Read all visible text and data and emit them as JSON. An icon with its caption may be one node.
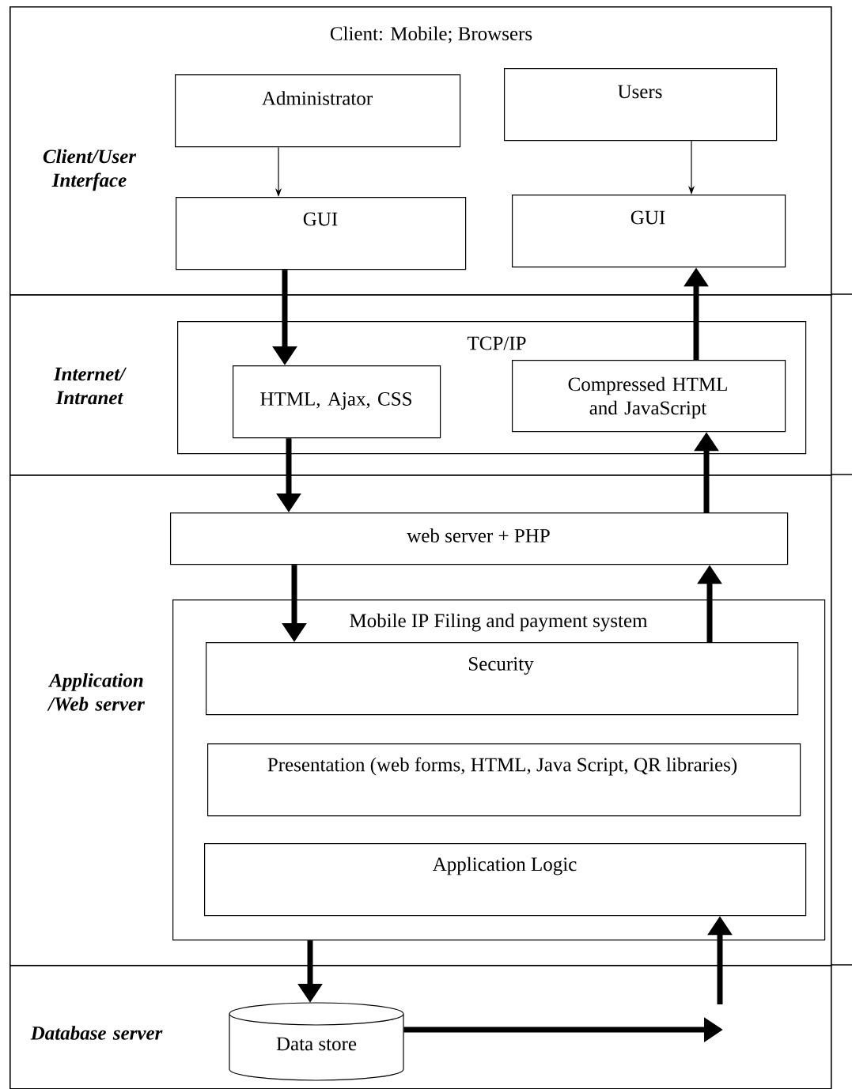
{
  "diagram": {
    "nodes": [
      {
        "text": [
          "Client: Mobile; Browsers",
          "Client/User Interface"
        ]
      },
      {
        "text": [
          "Administrator"
        ],
        "in": 0
      },
      {
        "text": [
          "Users"
        ],
        "in": 0
      },
      {
        "text": [
          "GUI"
        ],
        "in": 0
      },
      {
        "text": [
          "GUI"
        ],
        "in": 0
      },
      {
        "text": [
          "Internet/ Intranet"
        ]
      },
      {
        "text": [
          "TCP/IP"
        ],
        "in": 5
      },
      {
        "text": [
          "HTML, Ajax, CSS"
        ],
        "in": 6
      },
      {
        "text": [
          "Compressed HTML and JavaScript"
        ],
        "in": 6
      },
      {
        "text": [
          "Application /Web server"
        ]
      },
      {
        "text": [
          "web server + PHP"
        ],
        "in": 9
      },
      {
        "text": [
          "Mobile IP Filing and payment system"
        ],
        "in": 9
      },
      {
        "text": [
          "Security"
        ],
        "in": 11
      },
      {
        "text": [
          "Presentation (web forms, HTML, Java Script, QR libraries)"
        ],
        "in": 11
      },
      {
        "text": [
          "Application Logic"
        ],
        "in": 11
      },
      {
        "text": [
          "Database server"
        ]
      },
      {
        "text": [
          "Data store"
        ],
        "in": 15
      }
    ],
    "edges": [
      {
        "from": 1,
        "to": 3,
        "arrow": "to"
      },
      {
        "from": 2,
        "to": 4,
        "arrow": "to"
      },
      {
        "from": 3,
        "to": 7,
        "arrow": "to"
      },
      {
        "from": 7,
        "to": 10,
        "arrow": "to"
      },
      {
        "from": 10,
        "to": 12,
        "arrow": "to"
      },
      {
        "from": 11,
        "to": 16,
        "arrow": "to"
      },
      {
        "from": 16,
        "to": null,
        "arrow": "to"
      },
      {
        "from": null,
        "to": 14,
        "arrow": "to"
      },
      {
        "from": 12,
        "to": 10,
        "arrow": "to"
      },
      {
        "from": 10,
        "to": 8,
        "arrow": "to"
      },
      {
        "from": 8,
        "to": 4,
        "arrow": "to"
      }
    ]
  }
}
